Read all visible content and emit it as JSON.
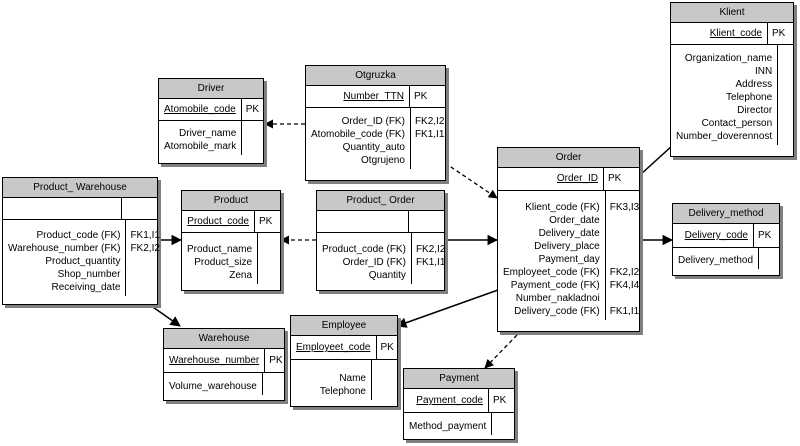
{
  "entities": {
    "klient": {
      "title": "Klient",
      "pk_field": "Klient_code",
      "pk_tag": "PK",
      "fields": [
        "Organization_name",
        "INN",
        "Address",
        "Telephone",
        "Director",
        "Contact_person",
        "Number_doverennost"
      ]
    },
    "driver": {
      "title": "Driver",
      "pk_field": "Atomobile_code",
      "pk_tag": "PK",
      "fields": [
        "Driver_name",
        "Atomobile_mark"
      ]
    },
    "otgruzka": {
      "title": "Otgruzka",
      "pk_field": "Number_TTN",
      "pk_tag": "PK",
      "fields": [
        "Order_ID (FK)",
        "Atomobile_code (FK)",
        "Quantity_auto",
        "Otgrujeno"
      ],
      "tags": [
        "FK2,I2",
        "FK1,I1"
      ]
    },
    "product_warehouse": {
      "title": "Product_ Warehouse",
      "fields": [
        "Product_code (FK)",
        "Warehouse_number (FK)",
        "Product_quantity",
        "Shop_number",
        "Receiving_date"
      ],
      "tags": [
        "FK1,I1",
        "FK2,I2"
      ]
    },
    "product": {
      "title": "Product",
      "pk_field": "Product_code",
      "pk_tag": "PK",
      "fields": [
        "Product_name",
        "Product_size",
        "Zena"
      ]
    },
    "product_order": {
      "title": "Product_ Order",
      "fields": [
        "Product_code (FK)",
        "Order_ID (FK)",
        "Quantity"
      ],
      "tags": [
        "FK2,I2",
        "FK1,I1"
      ]
    },
    "order": {
      "title": "Order",
      "pk_field": "Order_ID",
      "pk_tag": "PK",
      "fields": [
        "Klient_code (FK)",
        "Order_date",
        "Delivery_date",
        "Delivery_place",
        "Payment_day",
        "Employeet_code (FK)",
        "Payment_code (FK)",
        "Number_nakladnoi",
        "Delivery_code (FK)"
      ],
      "tags": [
        "FK3,I3",
        "",
        "",
        "",
        "",
        "FK2,I2",
        "FK4,I4",
        "",
        "FK1,I1"
      ]
    },
    "delivery_method": {
      "title": "Delivery_method",
      "pk_field": "Delivery_code",
      "pk_tag": "PK",
      "fields": [
        "Delivery_method"
      ]
    },
    "warehouse": {
      "title": "Warehouse",
      "pk_field": "Warehouse_number",
      "pk_tag": "PK",
      "fields": [
        "Volume_warehouse"
      ]
    },
    "employee": {
      "title": "Employee",
      "pk_field": "Employeet_code",
      "pk_tag": "PK",
      "fields": [
        "Name",
        "Telephone"
      ]
    },
    "payment": {
      "title": "Payment",
      "pk_field": "Payment_code",
      "pk_tag": "PK",
      "fields": [
        "Method_payment"
      ]
    }
  }
}
